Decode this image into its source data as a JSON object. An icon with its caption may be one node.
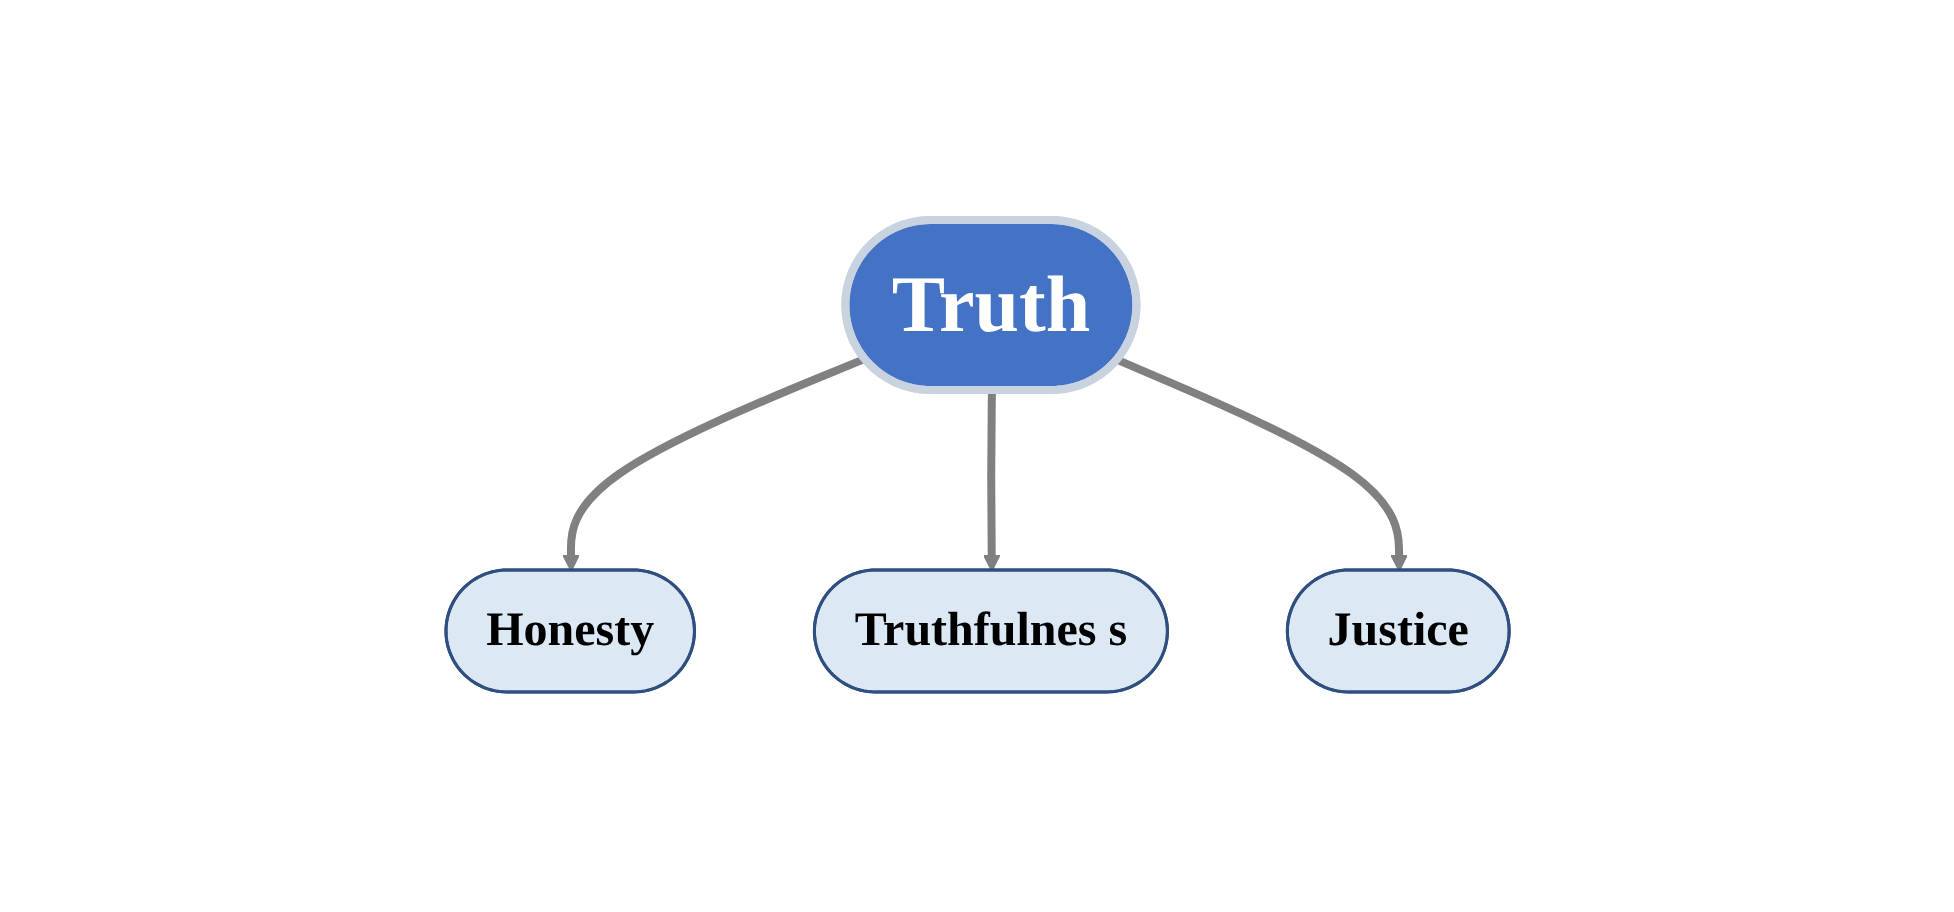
{
  "diagram": {
    "nodes": [
      {
        "text": [
          "Truth"
        ]
      },
      {
        "text": [
          "Honesty"
        ]
      },
      {
        "text": [
          "Truthfulnes s"
        ]
      },
      {
        "text": [
          "Justice"
        ]
      }
    ],
    "edges": [
      {
        "from": 0,
        "to": 1,
        "arrow": "to"
      },
      {
        "from": 0,
        "to": 2,
        "arrow": "to"
      },
      {
        "from": 0,
        "to": 3,
        "arrow": "to"
      }
    ]
  }
}
